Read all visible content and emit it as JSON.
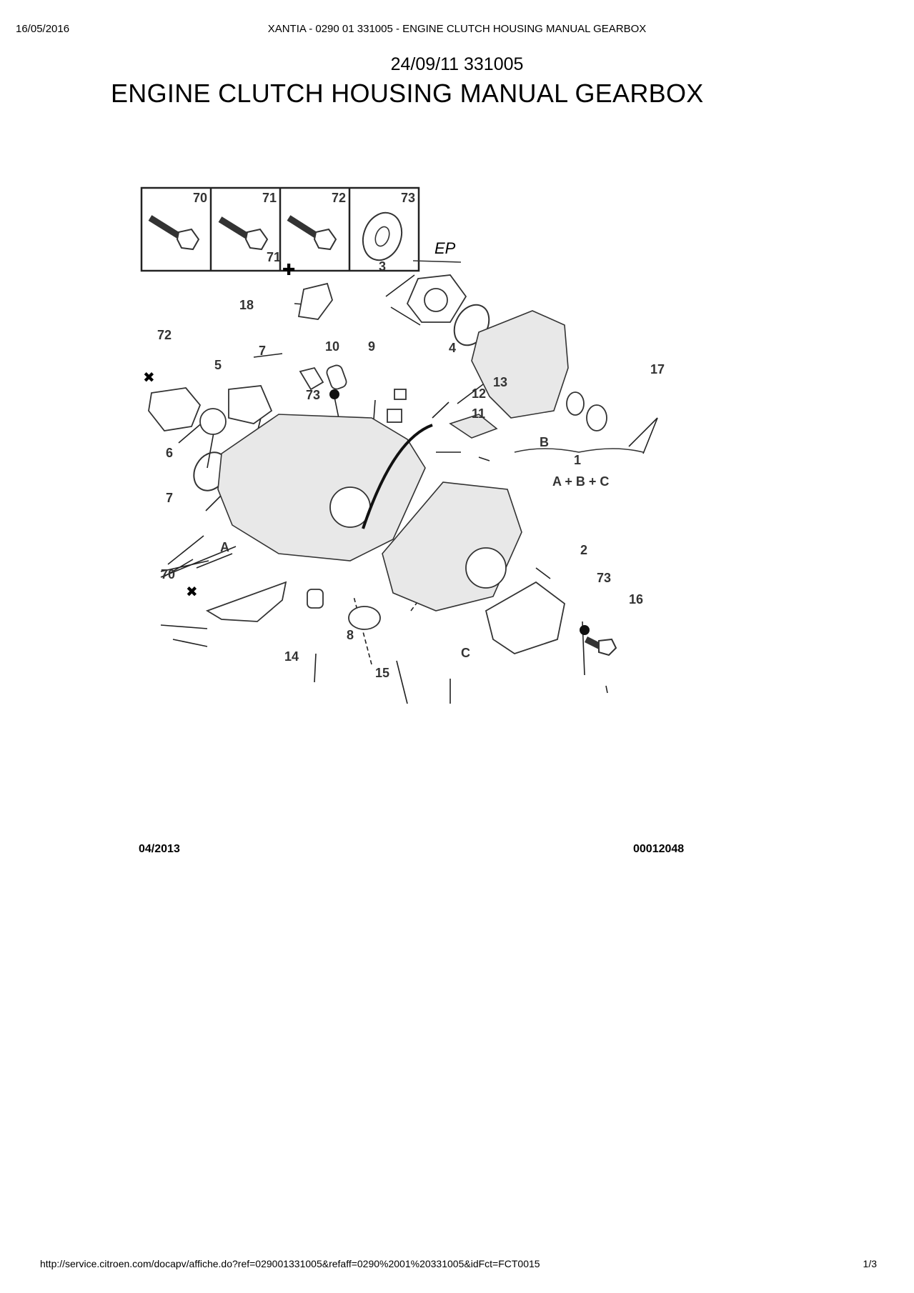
{
  "header": {
    "date": "16/05/2016",
    "title": "XANTIA - 0290 01 331005 - ENGINE CLUTCH HOUSING MANUAL GEARBOX"
  },
  "document": {
    "reference": "24/09/11 331005",
    "title": "ENGINE CLUTCH HOUSING MANUAL GEARBOX"
  },
  "diagram": {
    "fastener_table": [
      "70",
      "71",
      "72",
      "73"
    ],
    "callouts": {
      "c71": "71",
      "c3": "3",
      "cEP": "EP",
      "c18": "18",
      "c4": "4",
      "c72": "72",
      "c5": "5",
      "c7a": "7",
      "c10": "10",
      "c9": "9",
      "c17": "17",
      "c73a": "73",
      "c12": "12",
      "c13": "13",
      "c11": "11",
      "c6": "6",
      "cB": "B",
      "c1": "1",
      "cABC": "A + B + C",
      "c7b": "7",
      "cA": "A",
      "c2": "2",
      "c70": "70",
      "c73b": "73",
      "c16": "16",
      "c8": "8",
      "c14": "14",
      "cC": "C",
      "c15": "15"
    },
    "date_code": "04/2013",
    "figure_number": "00012048"
  },
  "footer": {
    "url": "http://service.citroen.com/docapv/affiche.do?ref=029001331005&refaff=0290%2001%20331005&idFct=FCT0015",
    "page": "1/3"
  }
}
